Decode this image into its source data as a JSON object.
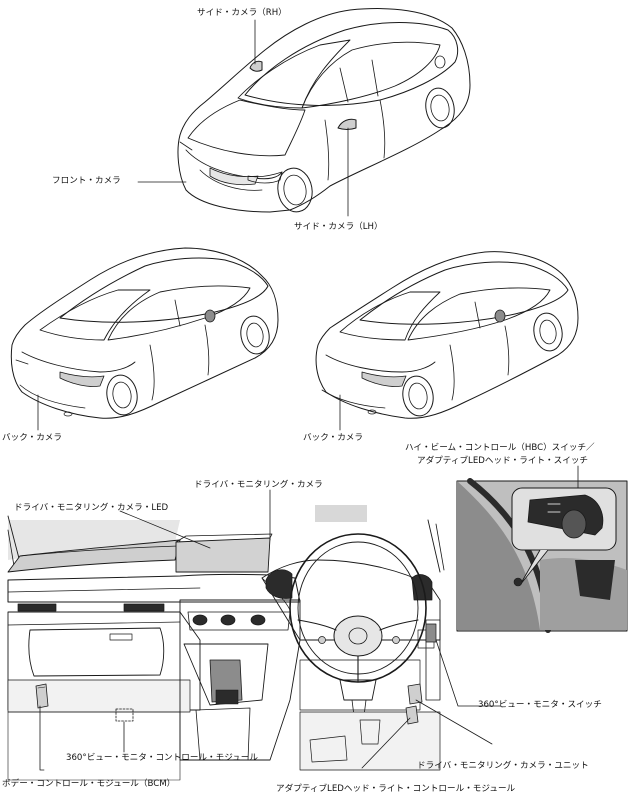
{
  "labels": {
    "side_camera_rh": "サイド・カメラ（RH）",
    "front_camera": "フロント・カメラ",
    "side_camera_lh": "サイド・カメラ（LH）",
    "back_camera_sedan": "バック・カメラ",
    "back_camera_hatch": "バック・カメラ",
    "hbc_switch_line1": "ハイ・ビーム・コントロール（HBC）スイッチ／",
    "hbc_switch_line2": "アダプティブLEDヘッド・ライト・スイッチ",
    "dm_camera": "ドライバ・モニタリング・カメラ",
    "dm_camera_led": "ドライバ・モニタリング・カメラ・LED",
    "view360_switch": "360°ビュー・モニタ・スイッチ",
    "view360_module": "360°ビュー・モニタ・コントロール・モジュール",
    "dm_camera_unit": "ドライバ・モニタリング・カメラ・ユニット",
    "bcm": "ボデー・コントロール・モジュール（BCM）",
    "aled_module": "アダプティブLEDヘッド・ライト・コントロール・モジュール"
  },
  "colors": {
    "line": "#1a1a1a",
    "fill_light": "#e6e6e6",
    "fill_mid": "#cfcfcf",
    "fill_dark": "#8c8c8c",
    "fill_black": "#2b2b2b"
  }
}
